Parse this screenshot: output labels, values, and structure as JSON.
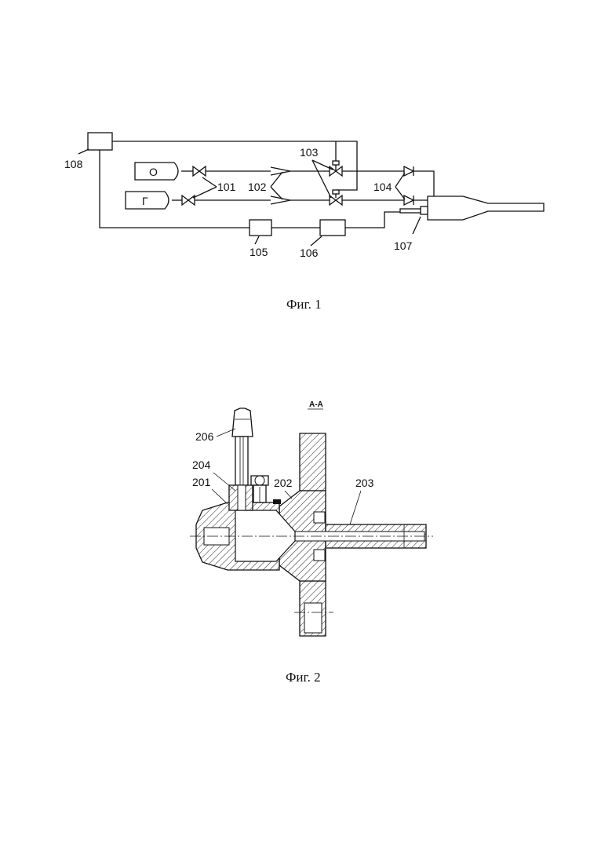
{
  "figure1": {
    "caption": "Фиг. 1",
    "tank_oxygen": "О",
    "tank_gas": "Г",
    "labels": {
      "l101": "101",
      "l102": "102",
      "l103": "103",
      "l104": "104",
      "l105": "105",
      "l106": "106",
      "l107": "107",
      "l108": "108"
    }
  },
  "figure2": {
    "caption": "Фиг. 2",
    "section": "А-А",
    "labels": {
      "l201": "201",
      "l202": "202",
      "l203": "203",
      "l204": "204",
      "l206": "206"
    }
  }
}
